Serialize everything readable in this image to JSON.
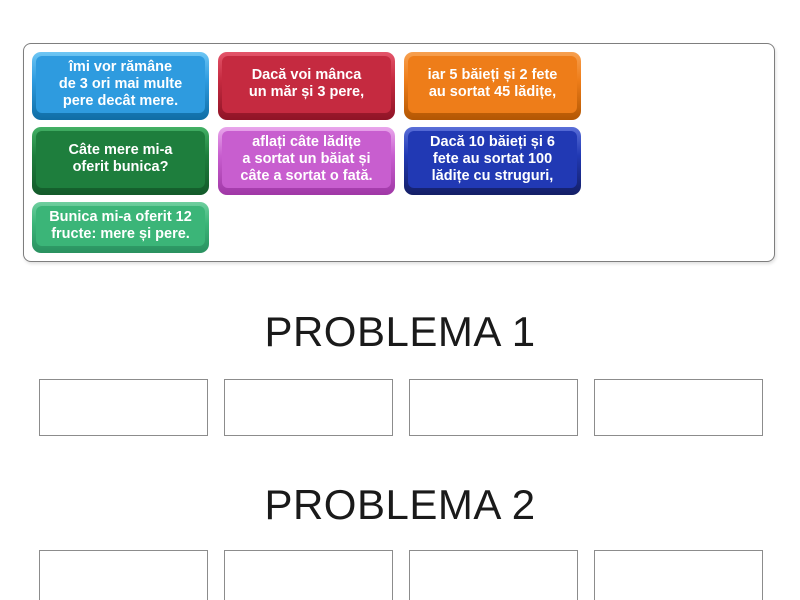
{
  "groups": [
    {
      "title": "PROBLEMA 1",
      "empty_slots": 4
    },
    {
      "title": "PROBLEMA 2",
      "empty_slots": 4
    }
  ],
  "tray": {
    "cards": [
      {
        "text": "îmi vor rămâne\nde 3 ori mai multe\npere decât mere.",
        "colors": {
          "main": "#2e9bdf",
          "light": "#6ec6f4",
          "dark": "#0f6da5"
        }
      },
      {
        "text": "Dacă voi mânca\nun măr și 3 pere,",
        "colors": {
          "main": "#c52a40",
          "light": "#e4556a",
          "dark": "#8f1426"
        }
      },
      {
        "text": "iar 5 băieți și 2 fete\nau sortat 45 lădițe,",
        "colors": {
          "main": "#ee7d19",
          "light": "#f7a050",
          "dark": "#b35703"
        }
      },
      {
        "text": "Câte mere mi-a\noferit bunica?",
        "colors": {
          "main": "#1e7e3d",
          "light": "#43b065",
          "dark": "#135a2a"
        }
      },
      {
        "text": "aflați câte lădițe\na sortat un băiat și\ncâte a sortat o fată.",
        "colors": {
          "main": "#c85ecf",
          "light": "#e9a6ec",
          "dark": "#a038a6"
        }
      },
      {
        "text": "Dacă 10 băieți și 6\nfete au sortat 100\nlădițe cu struguri,",
        "colors": {
          "main": "#2139b4",
          "light": "#5a6fd8",
          "dark": "#141f66"
        }
      },
      {
        "text": "Bunica mi-a oferit 12\nfructe: mere și pere.",
        "colors": {
          "main": "#3bb578",
          "light": "#6fcf9f",
          "dark": "#2a9160"
        }
      }
    ]
  }
}
